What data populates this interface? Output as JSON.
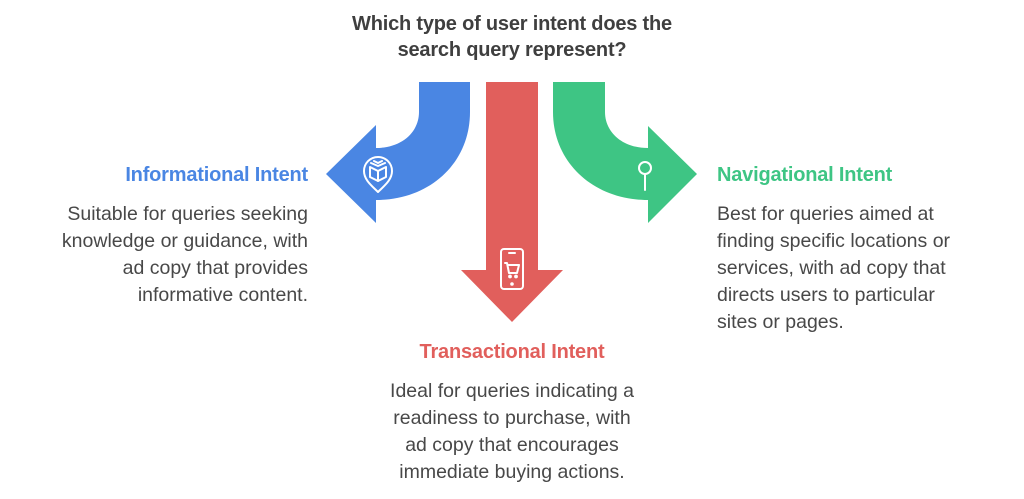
{
  "question": {
    "line1": "Which type of user intent does the",
    "line2": "search query represent?"
  },
  "colors": {
    "informational": "#4A86E3",
    "transactional": "#E15F5C",
    "navigational": "#3EC584",
    "body_text": "#484848",
    "question_text": "#3f3f3f"
  },
  "options": {
    "informational": {
      "title": "Informational Intent",
      "icon": "book-pin-icon",
      "body": [
        "Suitable for queries seeking",
        "knowledge or guidance, with",
        "ad copy that provides",
        "informative content."
      ]
    },
    "transactional": {
      "title": "Transactional Intent",
      "icon": "mobile-cart-icon",
      "body": [
        "Ideal for queries indicating a",
        "readiness to purchase, with",
        "ad copy that encourages",
        "immediate buying actions."
      ]
    },
    "navigational": {
      "title": "Navigational Intent",
      "icon": "map-pin-icon",
      "body": [
        "Best for queries aimed at",
        "finding specific locations or",
        "services, with ad copy that",
        "directs users to particular",
        "sites or pages."
      ]
    }
  }
}
